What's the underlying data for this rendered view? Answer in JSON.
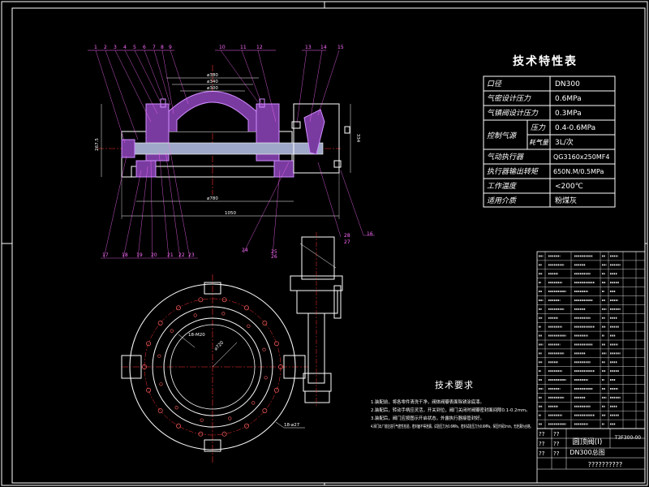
{
  "spec_table": {
    "title": "技术特性表",
    "rows": [
      {
        "label": "口径",
        "value": "DN300"
      },
      {
        "label": "气密设计压力",
        "value": "0.6MPa"
      },
      {
        "label": "气镇阀设计压力",
        "value": "0.3MPa"
      },
      {
        "label": "控制气源",
        "sub": "压力",
        "value": "0.4-0.6MPa"
      },
      {
        "label": "",
        "sub": "耗气量",
        "value": "3L/次"
      },
      {
        "label": "气动执行器",
        "value": "QG3160x250MF4"
      },
      {
        "label": "执行器输出转矩",
        "value": "650N.M/0.5MPa"
      },
      {
        "label": "工作温度",
        "value": "<200℃"
      },
      {
        "label": "适用介质",
        "value": "粉煤灰"
      }
    ]
  },
  "technical_requirements": {
    "title": "技术要求",
    "items": [
      "1.装配前，将各零件清洗干净，阀体阀瓣表面除锈涂底漆。",
      "2.装配后，转动手柄应灵活，开关到位，阀门关闭时阀瓣密封面间隙0.1-0.2mm。",
      "3.装配后，阀门应按图示开启状态，外露执行器接管封好。",
      "4.阀门出厂前应进行气密性检验，密封面不得泄漏，试验压力为0.6MPa，密封试验压力为0.6MPa，保压时间3min，无泄漏为合格。"
    ]
  },
  "balloons_top": [
    "1",
    "2",
    "3",
    "4",
    "5",
    "6",
    "7",
    "8",
    "9",
    "10",
    "11",
    "12",
    "13",
    "14",
    "15"
  ],
  "balloons_bottom": [
    "17",
    "18",
    "19",
    "20",
    "21",
    "22",
    "23",
    "24",
    "25",
    "26"
  ],
  "balloons_right": [
    "16",
    "27",
    "28"
  ],
  "dimensions": {
    "d_top": "⌀380",
    "d_mid": "⌀340",
    "d_inner": "⌀300",
    "height_left": "267.5",
    "height_right": "334",
    "width_mid": "⌀780",
    "width_total": "1050",
    "bolt_note": "18-M20",
    "hole_note": "18-⌀27",
    "circle_dia": "⌀720"
  },
  "title_block": {
    "name_line1": "圆顶阀(I)",
    "name_line2": "DN300总图",
    "drawing_no": "T3F300-00",
    "question_marks": "??????????",
    "cells_q": [
      "??",
      "??",
      "??",
      "??",
      "??",
      "??"
    ]
  },
  "bom_rows": 20,
  "colors": {
    "background": "#000000",
    "line": "#ffffff",
    "part_body": "#b06bd0",
    "part_fill": "#7a3ba0",
    "hatch": "#c060ff",
    "center_line": "#ff3030",
    "balloon": "#ff6bff",
    "steel": "#9fa8c8"
  }
}
